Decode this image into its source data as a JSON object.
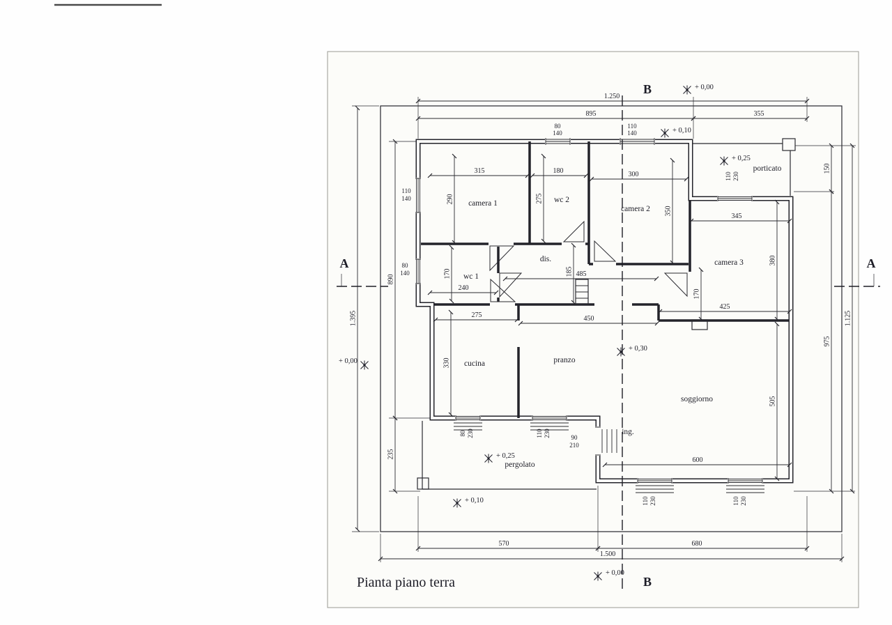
{
  "title": "Pianta piano terra",
  "sections": {
    "a": "A",
    "b": "B"
  },
  "rooms": {
    "camera1": "camera 1",
    "wc2": "wc 2",
    "camera2": "camera 2",
    "camera3": "camera 3",
    "wc1": "wc 1",
    "dis": "dis.",
    "cucina": "cucina",
    "pranzo": "pranzo",
    "soggiorno": "soggiorno",
    "porticato": "porticato",
    "pergolato": "pergolato",
    "ing": "ing."
  },
  "dims": {
    "top_total": "1.250",
    "top_main": "895",
    "top_porticato": "355",
    "camera1_w": "315",
    "wc2_w": "180",
    "camera2_w": "300",
    "camera3_w": "345",
    "camera1_d": "290",
    "wc2_d": "275",
    "camera2_d": "350",
    "camera3_d": "380",
    "wc1_d": "170",
    "wc1_w": "240",
    "dis_w": "485",
    "dis_d": "185",
    "camera3_door": "170",
    "soggiorno_top": "425",
    "cucina_w": "275",
    "pranzo_w": "450",
    "cucina_d": "330",
    "soggiorno_d": "505",
    "soggiorno_w": "600",
    "left_building": "890",
    "left_pergolato": "235",
    "left_total": "1.395",
    "right_porticato": "150",
    "right_lower": "975",
    "right_total": "1.125",
    "bottom_pergolato": "570",
    "bottom_right": "680",
    "bottom_total": "1.500"
  },
  "openings": {
    "top_wc2": {
      "w": "80",
      "h": "140"
    },
    "top_camera2": {
      "w": "110",
      "h": "140"
    },
    "left_camera1": {
      "w": "110",
      "h": "140"
    },
    "left_wc1": {
      "w": "80",
      "h": "140"
    },
    "porticato_door": {
      "w": "110",
      "h": "230"
    },
    "cucina_door": {
      "w": "80",
      "h": "230"
    },
    "pranzo_door": {
      "w": "110",
      "h": "230"
    },
    "entrance_door": {
      "w": "90",
      "h": "210"
    },
    "soggiorno_win1": {
      "w": "110",
      "h": "230"
    },
    "soggiorno_win2": {
      "w": "110",
      "h": "230"
    }
  },
  "elevations": {
    "top_right": "+ 0,00",
    "porch": "+ 0,10",
    "porticato": "+ 0,25",
    "soggiorno": "+ 0,30",
    "west": "+ 0,00",
    "pergolato": "+ 0,25",
    "garden": "+ 0,10",
    "south": "+ 0,00"
  }
}
